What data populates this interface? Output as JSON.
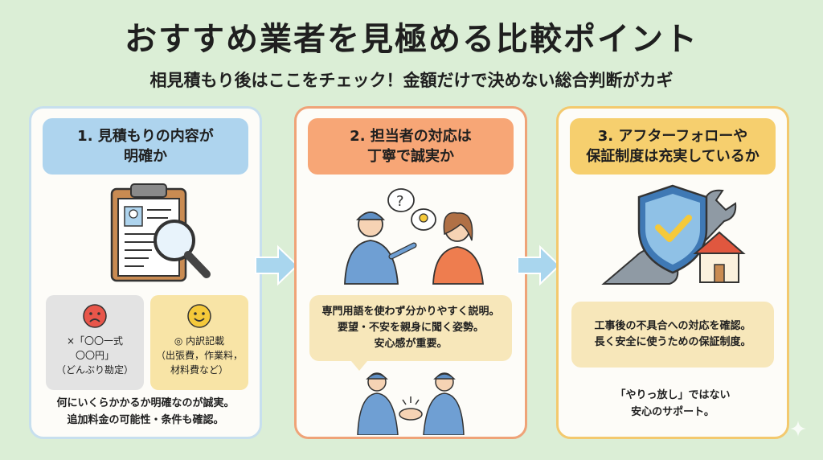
{
  "header": {
    "title": "おすすめ業者を見極める比較ポイント",
    "subtitle": "相見積もり後はここをチェック！金額だけで決めない総合判断がカギ"
  },
  "cards": [
    {
      "heading_line1": "1. 見積もりの内容が",
      "heading_line2": "明確か",
      "icon": "clipboard-magnifier",
      "bad_example": {
        "line1": "×「〇〇一式",
        "line2": "〇〇円」",
        "line3": "（どんぶり勘定）"
      },
      "good_example": {
        "line1": "◎ 内訳記載",
        "line2": "（出張費，作業料，",
        "line3": "材料費など）"
      },
      "footer_line1": "何にいくらかかるか明確なのが誠実。",
      "footer_line2": "追加料金の可能性・条件も確認。"
    },
    {
      "heading_line1": "2. 担当者の対応は",
      "heading_line2": "丁寧で誠実か",
      "icon": "worker-explaining",
      "bubble_line1": "専門用語を使わず分かりやすく説明。",
      "bubble_line2": "要望・不安を親身に聞く姿勢。",
      "bubble_line3": "安心感が重要。",
      "hand_icon": "handshake"
    },
    {
      "heading_line1": "3. アフターフォローや",
      "heading_line2": "保証制度は充実しているか",
      "icon": "shield-wrench-house",
      "bubble_line1": "工事後の不具合への対応を確認。",
      "bubble_line2": "長く安全に使うための保証制度。",
      "footer_line1": "「やりっ放し」ではない",
      "footer_line2": "安心のサポート。"
    }
  ],
  "colors": {
    "background": "#dbeed6",
    "card1_accent": "#aed4ee",
    "card2_accent": "#f7a676",
    "card3_accent": "#f6cf6e",
    "arrow": "#a9d6ee"
  }
}
